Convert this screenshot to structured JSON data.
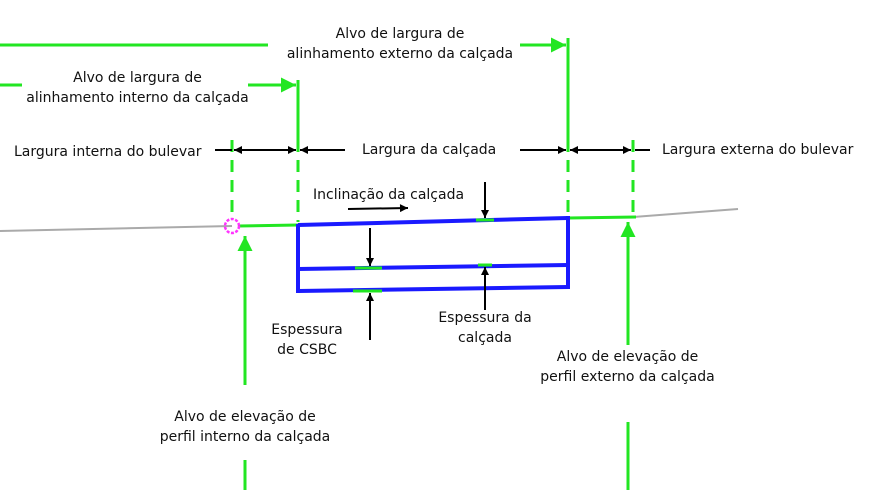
{
  "labels": {
    "outer_alignment_width": [
      "Alvo de largura de",
      "alinhamento externo da calçada"
    ],
    "inner_alignment_width": [
      "Alvo de largura de",
      "alinhamento interno da calçada"
    ],
    "inner_boulevard_width": "Largura interna do bulevar",
    "sidewalk_width": "Largura da calçada",
    "outer_boulevard_width": "Largura externa do bulevar",
    "sidewalk_slope": "Inclinação da calçada",
    "csbc_thickness": [
      "Espessura",
      "de CSBC"
    ],
    "sidewalk_thickness": [
      "Espessura da",
      "calçada"
    ],
    "outer_profile_elevation": [
      "Alvo de elevação de",
      "perfil externo da calçada"
    ],
    "inner_profile_elevation": [
      "Alvo de elevação de",
      "perfil interno da calçada"
    ]
  },
  "colors": {
    "target": "#22e622",
    "structure": "#1a1aff",
    "ground": "#aaaaaa",
    "marker": "#ff33ff",
    "dimension": "#000000"
  }
}
